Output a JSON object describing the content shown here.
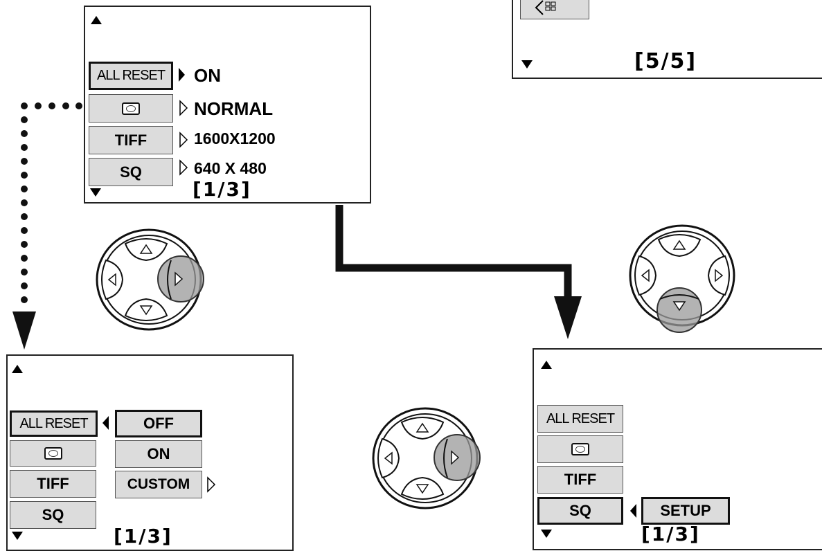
{
  "menu_top": {
    "page": "[1/3]",
    "items": [
      {
        "label": "ALL RESET",
        "value": "ON"
      },
      {
        "label": "",
        "icon": "image-quality-icon",
        "value": "NORMAL"
      },
      {
        "label": "TIFF",
        "value": "1600X1200"
      },
      {
        "label": "SQ",
        "value": "640 X 480"
      }
    ]
  },
  "menu_top_right": {
    "page": "[5/5]"
  },
  "menu_bottom_left": {
    "page": "[1/3]",
    "items": [
      "ALL RESET",
      "",
      "TIFF",
      "SQ"
    ],
    "options": [
      "OFF",
      "ON",
      "CUSTOM"
    ]
  },
  "menu_bottom_right": {
    "page": "[1/3]",
    "items": [
      "ALL RESET",
      "",
      "TIFF",
      "SQ"
    ],
    "submenu": "SETUP"
  },
  "colors": {
    "button_fill": "#dcdcdc",
    "highlight": "#9a9a9a",
    "ink": "#000000"
  }
}
